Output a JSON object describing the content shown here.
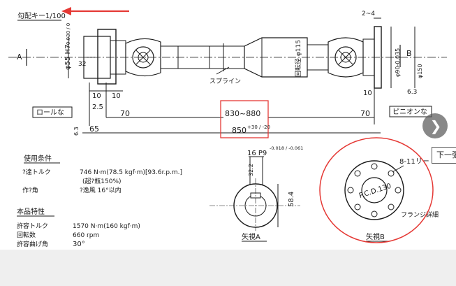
{
  "drawing": {
    "gradient_note": "勾配キー1/100",
    "view_a_marker": "A",
    "view_b_marker": "B",
    "hub_fit": "φ55 H7",
    "hub_tol": "+0.030 / 0",
    "dim_32": "32",
    "spline_label": "スプライン",
    "rotation_dia": "回転径 φ115",
    "flange_fit": "φ90-0.035",
    "flange_dia": "φ150",
    "dim_2_4": "2~4",
    "dim_10a": "10",
    "dim_10b": "10",
    "dim_10c": "10",
    "dim_2_5": "2.5",
    "dim_70a": "70",
    "dim_70b": "70",
    "dim_65": "65",
    "dim_6_3a": "6.3",
    "dim_6_3b": "6.3",
    "dim_length_range": "830~880",
    "dim_length": "850",
    "dim_length_tol": "+30 / -20",
    "roll_label": "ロールな",
    "pinion_label": "ピニオンな",
    "conditions_title": "使用条件",
    "cond_torque_label": "?達トルク",
    "cond_torque_value": "746 N·m(78.5 kgf·m)[93.6r.p.m.]",
    "cond_torque_sub": "(超?瓶150%)",
    "cond_angle_label": "作?角",
    "cond_angle_value": "?逸風 16°以内",
    "spec_title": "本品特性",
    "spec_torque_label": "許容トルク",
    "spec_torque_value": "1570 N·m(160 kgf·m)",
    "spec_speed_label": "回転数",
    "spec_speed_value": "660 rpm",
    "spec_angle_label": "許容曲げ角",
    "spec_angle_value": "30°",
    "keyway": "16 P9",
    "keyway_tol": "-0.018 / -0.061",
    "dim_32_2": "32.2",
    "dim_58_4": "58.4",
    "view_a_label": "矢視A",
    "holes_label": "8-11リー",
    "pcd_label": "P.C.D.130",
    "flange_detail": "フランジ詳細",
    "view_b_label": "矢視B"
  },
  "viewer": {
    "next_icon": "chevron-right-icon",
    "next_tooltip": "下一张"
  },
  "colors": {
    "annotation_red": "#e53935",
    "ink": "#1a1a1a",
    "paper": "#ffffff"
  }
}
